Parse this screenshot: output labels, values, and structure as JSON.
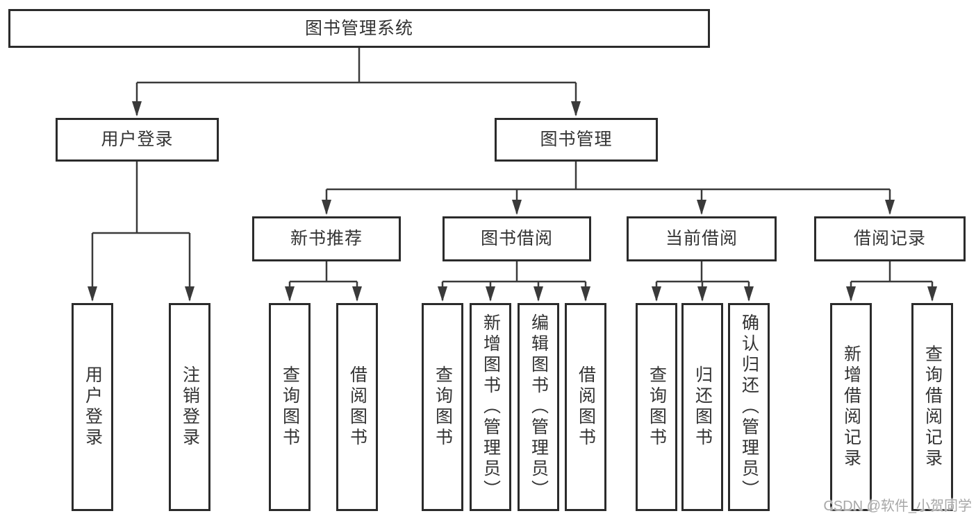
{
  "diagram": {
    "type": "hierarchy-flowchart",
    "tree": {
      "label": "图书管理系统",
      "children": [
        {
          "label": "用户登录",
          "children": [
            {
              "label": "用户登录"
            },
            {
              "label": "注销登录"
            }
          ]
        },
        {
          "label": "图书管理",
          "children": [
            {
              "label": "新书推荐",
              "children": [
                {
                  "label": "查询图书"
                },
                {
                  "label": "借阅图书"
                }
              ]
            },
            {
              "label": "图书借阅",
              "children": [
                {
                  "label": "查询图书"
                },
                {
                  "label": "新增图书（管理员）"
                },
                {
                  "label": "编辑图书（管理员）"
                },
                {
                  "label": "借阅图书"
                }
              ]
            },
            {
              "label": "当前借阅",
              "children": [
                {
                  "label": "查询图书"
                },
                {
                  "label": "归还图书"
                },
                {
                  "label": "确认归还（管理员）"
                }
              ]
            },
            {
              "label": "借阅记录",
              "children": [
                {
                  "label": "新增借阅记录"
                },
                {
                  "label": "查询借阅记录"
                }
              ]
            }
          ]
        }
      ]
    }
  },
  "watermark": {
    "text": "CSDN @软件_小贺同学"
  },
  "colors": {
    "background": "#ffffff",
    "box_border": "#2b2b2b",
    "connector": "#3a3a3a",
    "text": "#333333",
    "watermark_text": "#a8a8a8"
  }
}
